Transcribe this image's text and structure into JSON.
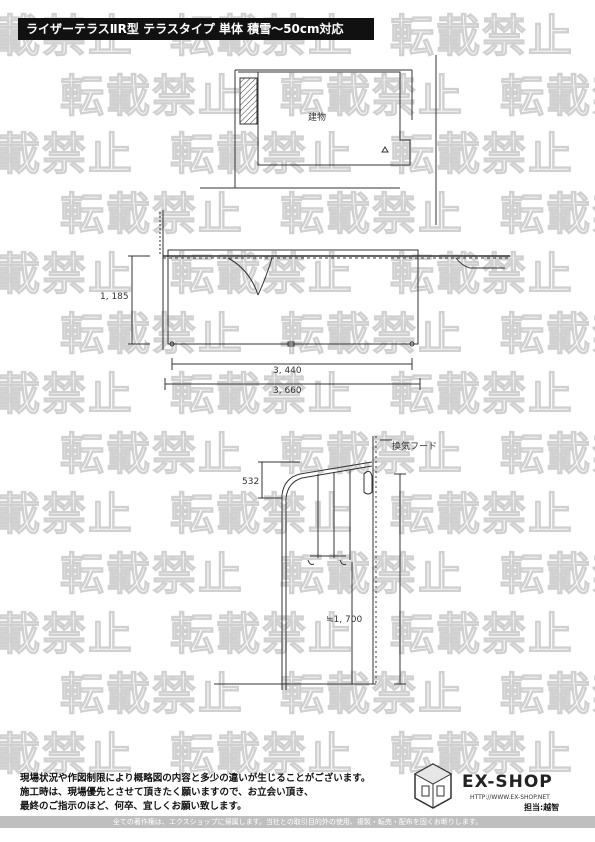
{
  "title": "ライザーテラスⅡR型 テラスタイプ 単体 積雪〜50cm対応",
  "watermark_text": "転載禁止",
  "plan": {
    "building_label": "建物",
    "depth_dim": "1, 185",
    "inner_width_dim": "3, 440",
    "outer_width_dim": "3, 660"
  },
  "section": {
    "vent_label": "換気フード",
    "roof_height_dim": "532",
    "post_height_dim": "≒1, 700"
  },
  "notes": [
    "現場状況や作図制限により概略図の内容と多少の違いが生じることがございます。",
    "施工時は、現場優先とさせて頂きたく願いますので、お立会い頂き、",
    "最終のご指示のほど、何卒、宜しくお願い致します。"
  ],
  "brand": {
    "name": "EX-SHOP",
    "url": "HTTP://WWW.EX-SHOP.NET",
    "staff": "担当:越智"
  },
  "copyright": "全ての著作権は、エクスショップに帰属します。当社との取引目的外の使用、複製・転売・配布を固くお断りします。"
}
